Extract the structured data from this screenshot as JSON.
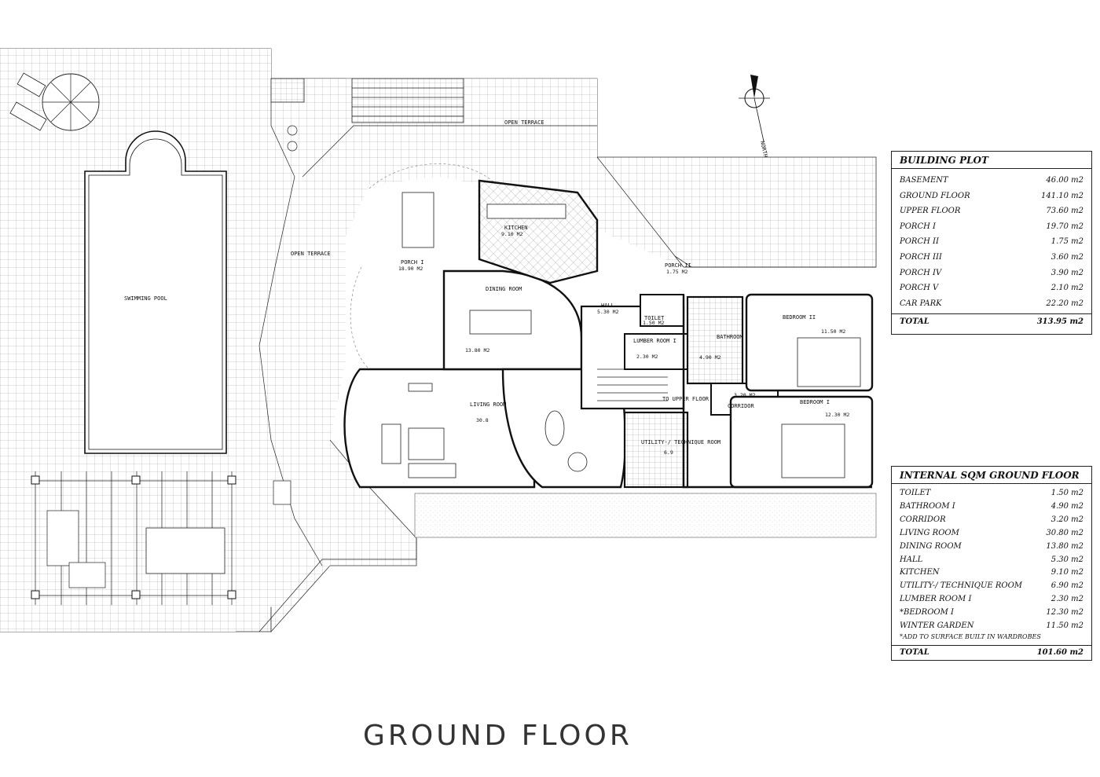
{
  "title": "GROUND FLOOR",
  "compass_label": "NORTH",
  "labels": {
    "open_terrace_top": "OPEN TERRACE",
    "open_terrace_left": "OPEN TERRACE",
    "swimming_pool": "SWIMMING POOL",
    "porch_i": "PORCH I",
    "porch_i_area": "18.90 M2",
    "kitchen": "KITCHEN",
    "kitchen_area": "9.10 M2",
    "porch_ii": "PORCH II",
    "porch_ii_area": "1.75 M2",
    "dining_room": "DINING ROOM",
    "dining_area": "13.80 M2",
    "hall": "HALL",
    "hall_area": "5.30 M2",
    "toilet": "TOILET",
    "toilet_area": "1.50 M2",
    "lumber_room": "LUMBER ROOM I",
    "lumber_area": "2.30 M2",
    "bathroom": "BATHROOM",
    "bathroom_area": "4.90 M2",
    "bedroom_ii": "BEDROOM II",
    "bedroom_ii_area": "11.50 M2",
    "bedroom_i": "BEDROOM I",
    "bedroom_i_area": "12.30 M2",
    "corridor": "CORRIDOR",
    "corridor_area": "3.20 M2",
    "living_room": "LIVING ROOM",
    "living_area": "30.8",
    "to_upper_floor": "TO UPPER FLOOR",
    "utility": "UTILITY-/ TECHNIQUE ROOM",
    "utility_area": "6.9"
  },
  "building_plot": {
    "heading": "BUILDING PLOT",
    "rows": [
      {
        "name": "BASEMENT",
        "value": "46.00 m2"
      },
      {
        "name": "GROUND FLOOR",
        "value": "141.10 m2"
      },
      {
        "name": "UPPER FLOOR",
        "value": "73.60 m2"
      },
      {
        "name": "PORCH I",
        "value": "19.70 m2"
      },
      {
        "name": "PORCH II",
        "value": "1.75 m2"
      },
      {
        "name": "PORCH III",
        "value": "3.60 m2"
      },
      {
        "name": "PORCH IV",
        "value": "3.90 m2"
      },
      {
        "name": "PORCH V",
        "value": "2.10 m2"
      },
      {
        "name": "CAR PARK",
        "value": "22.20 m2"
      }
    ],
    "total_label": "TOTAL",
    "total_value": "313.95 m2"
  },
  "internal_sqm": {
    "heading": "INTERNAL SQM GROUND FLOOR",
    "rows": [
      {
        "name": "TOILET",
        "value": "1.50 m2"
      },
      {
        "name": "BATHROOM I",
        "value": "4.90 m2"
      },
      {
        "name": "CORRIDOR",
        "value": "3.20 m2"
      },
      {
        "name": "LIVING ROOM",
        "value": "30.80 m2"
      },
      {
        "name": "DINING ROOM",
        "value": "13.80 m2"
      },
      {
        "name": "HALL",
        "value": "5.30 m2"
      },
      {
        "name": "KITCHEN",
        "value": "9.10 m2"
      },
      {
        "name": "UTILITY-/ TECHNIQUE ROOM",
        "value": "6.90 m2"
      },
      {
        "name": "LUMBER ROOM I",
        "value": "2.30 m2"
      },
      {
        "name": "*BEDROOM I",
        "value": "12.30 m2"
      },
      {
        "name": "WINTER GARDEN",
        "value": "11.50 m2"
      }
    ],
    "note": "*ADD TO SURFACE BUILT IN WARDROBES",
    "total_label": "TOTAL",
    "total_value": "101.60 m2"
  }
}
